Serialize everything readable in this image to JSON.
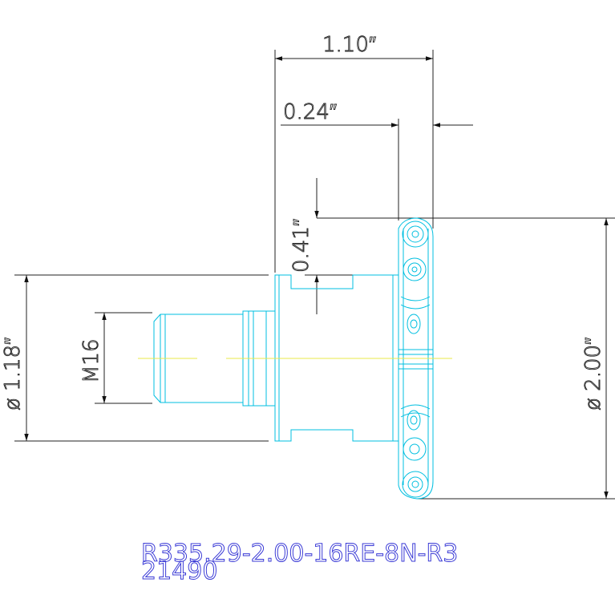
{
  "drawing": {
    "dims": {
      "overall_length": "1.10″",
      "insert_offset": "0.24″",
      "insert_height": "0.41″",
      "shank_diameter": "ø 1.18″",
      "thread": "M16",
      "cutter_diameter": "ø 2.00″"
    },
    "part_number": "R335.29-2.00-16RE-8N-R3",
    "item_code": "21490",
    "colors": {
      "dimension": "#222222",
      "part": "#00bfe0",
      "centerline": "#e8e84a",
      "text": "#3b3bd6"
    }
  }
}
